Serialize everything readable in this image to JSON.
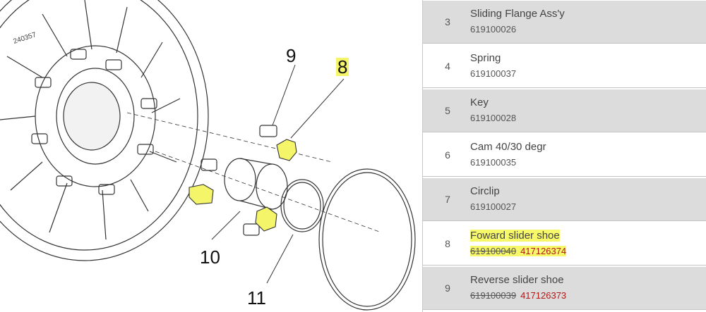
{
  "diagram": {
    "callouts": [
      {
        "label": "9",
        "highlighted": false
      },
      {
        "label": "8",
        "highlighted": true
      },
      {
        "label": "10",
        "highlighted": false
      },
      {
        "label": "11",
        "highlighted": false
      }
    ],
    "stamp_text": "240357"
  },
  "parts": [
    {
      "num": "3",
      "name": "Sliding Flange Ass'y",
      "pn": "619100026",
      "new_pn": "",
      "highlight": false
    },
    {
      "num": "4",
      "name": "Spring",
      "pn": "619100037",
      "new_pn": "",
      "highlight": false
    },
    {
      "num": "5",
      "name": "Key",
      "pn": "619100028",
      "new_pn": "",
      "highlight": false
    },
    {
      "num": "6",
      "name": "Cam 40/30 degr",
      "pn": "619100035",
      "new_pn": "",
      "highlight": false
    },
    {
      "num": "7",
      "name": "Circlip",
      "pn": "619100027",
      "new_pn": "",
      "highlight": false
    },
    {
      "num": "8",
      "name": "Foward slider shoe",
      "pn": "619100040",
      "new_pn": "417126374",
      "highlight": true
    },
    {
      "num": "9",
      "name": "Reverse slider shoe",
      "pn": "619100039",
      "new_pn": "417126373",
      "highlight": false
    }
  ],
  "colors": {
    "highlight": "#f5f56a",
    "row_shade": "#dcdcdc",
    "new_part_number": "#b01818"
  }
}
